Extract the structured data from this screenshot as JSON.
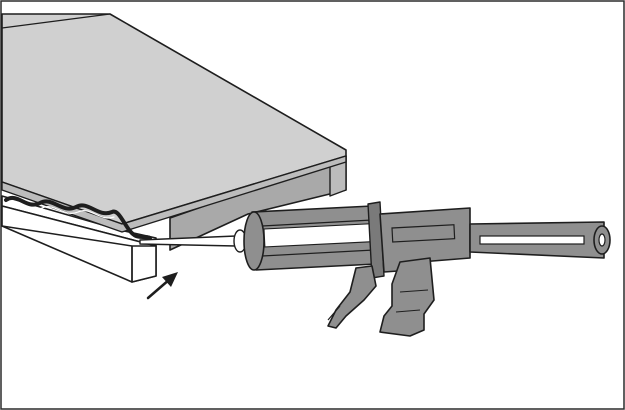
{
  "figure": {
    "kind": "technical-illustration",
    "colors": {
      "background": "#ffffff",
      "frame": "#2b2b2b",
      "panel_top": "#d0d0d0",
      "panel_edge": "#bcbcbc",
      "panel_underside": "#a9a9a9",
      "gun_body": "#8f8f8f",
      "gun_dark": "#7a7a7a",
      "outline": "#1e1e1e",
      "support_face": "#ffffff",
      "bead": "#1e1e1e",
      "nozzle": "#ffffff"
    },
    "parts": {
      "panel": "panel",
      "support": "support-rail",
      "gun": "caulking-gun",
      "bead": "sealant-bead",
      "arrow": "pointer-arrow"
    }
  }
}
